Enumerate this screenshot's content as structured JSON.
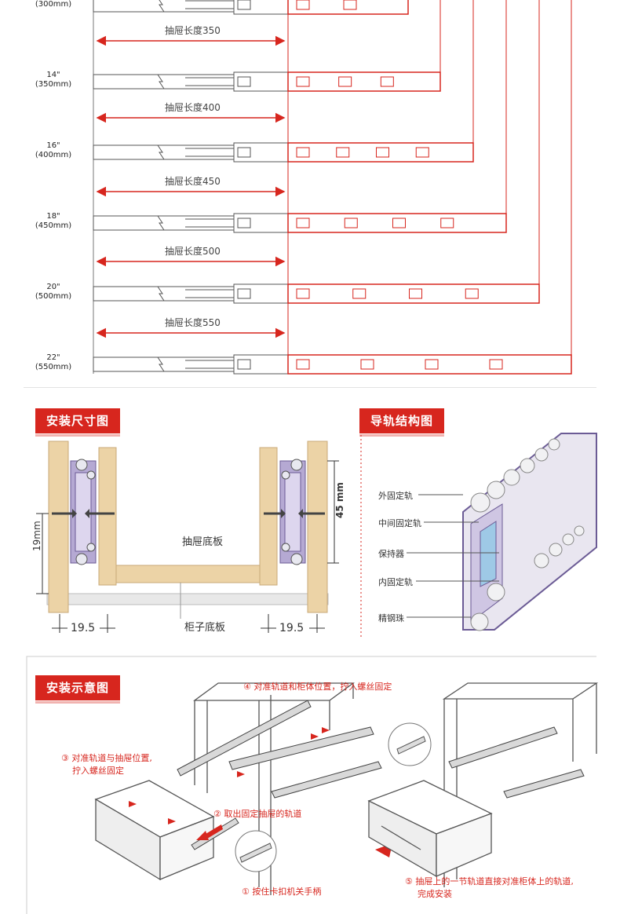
{
  "rails": [
    {
      "inch": "",
      "mm": "(300mm)",
      "drawer_label": "抽屉长度350"
    },
    {
      "inch": "14\"",
      "mm": "(350mm)",
      "drawer_label": "抽屉长度400"
    },
    {
      "inch": "16\"",
      "mm": "(400mm)",
      "drawer_label": "抽屉长度450"
    },
    {
      "inch": "18\"",
      "mm": "(450mm)",
      "drawer_label": "抽屉长度500"
    },
    {
      "inch": "20\"",
      "mm": "(500mm)",
      "drawer_label": "抽屉长度550"
    },
    {
      "inch": "22\"",
      "mm": "(550mm)",
      "drawer_label": ""
    }
  ],
  "dims": {
    "title": "安装尺寸图",
    "left_height": "19mm",
    "right_height": "45 mm",
    "drawer_bottom": "抽屉底板",
    "cabinet_bottom": "柜子底板",
    "left_gap": "19.5",
    "right_gap": "19.5"
  },
  "structure": {
    "title": "导轨结构图",
    "labels": [
      "外固定轨",
      "中间固定轨",
      "保持器",
      "内固定轨",
      "精钢珠"
    ]
  },
  "install": {
    "title": "安装示意图",
    "step1": "① 按住卡扣机关手柄",
    "step2": "② 取出固定抽屉的轨道",
    "step3_line1": "③ 对准轨道与抽屉位置,",
    "step3_line2": "拧入螺丝固定",
    "step4": "④ 对准轨道和柜体位置，拧入螺丝固定",
    "step5_line1": "⑤ 抽屉上的一节轨道直接对准柜体上的轨道,",
    "step5_line2": "完成安装"
  },
  "colors": {
    "accent": "#d7261e",
    "wood": "#ecd3a6",
    "rail_purple": "#a497c4"
  }
}
